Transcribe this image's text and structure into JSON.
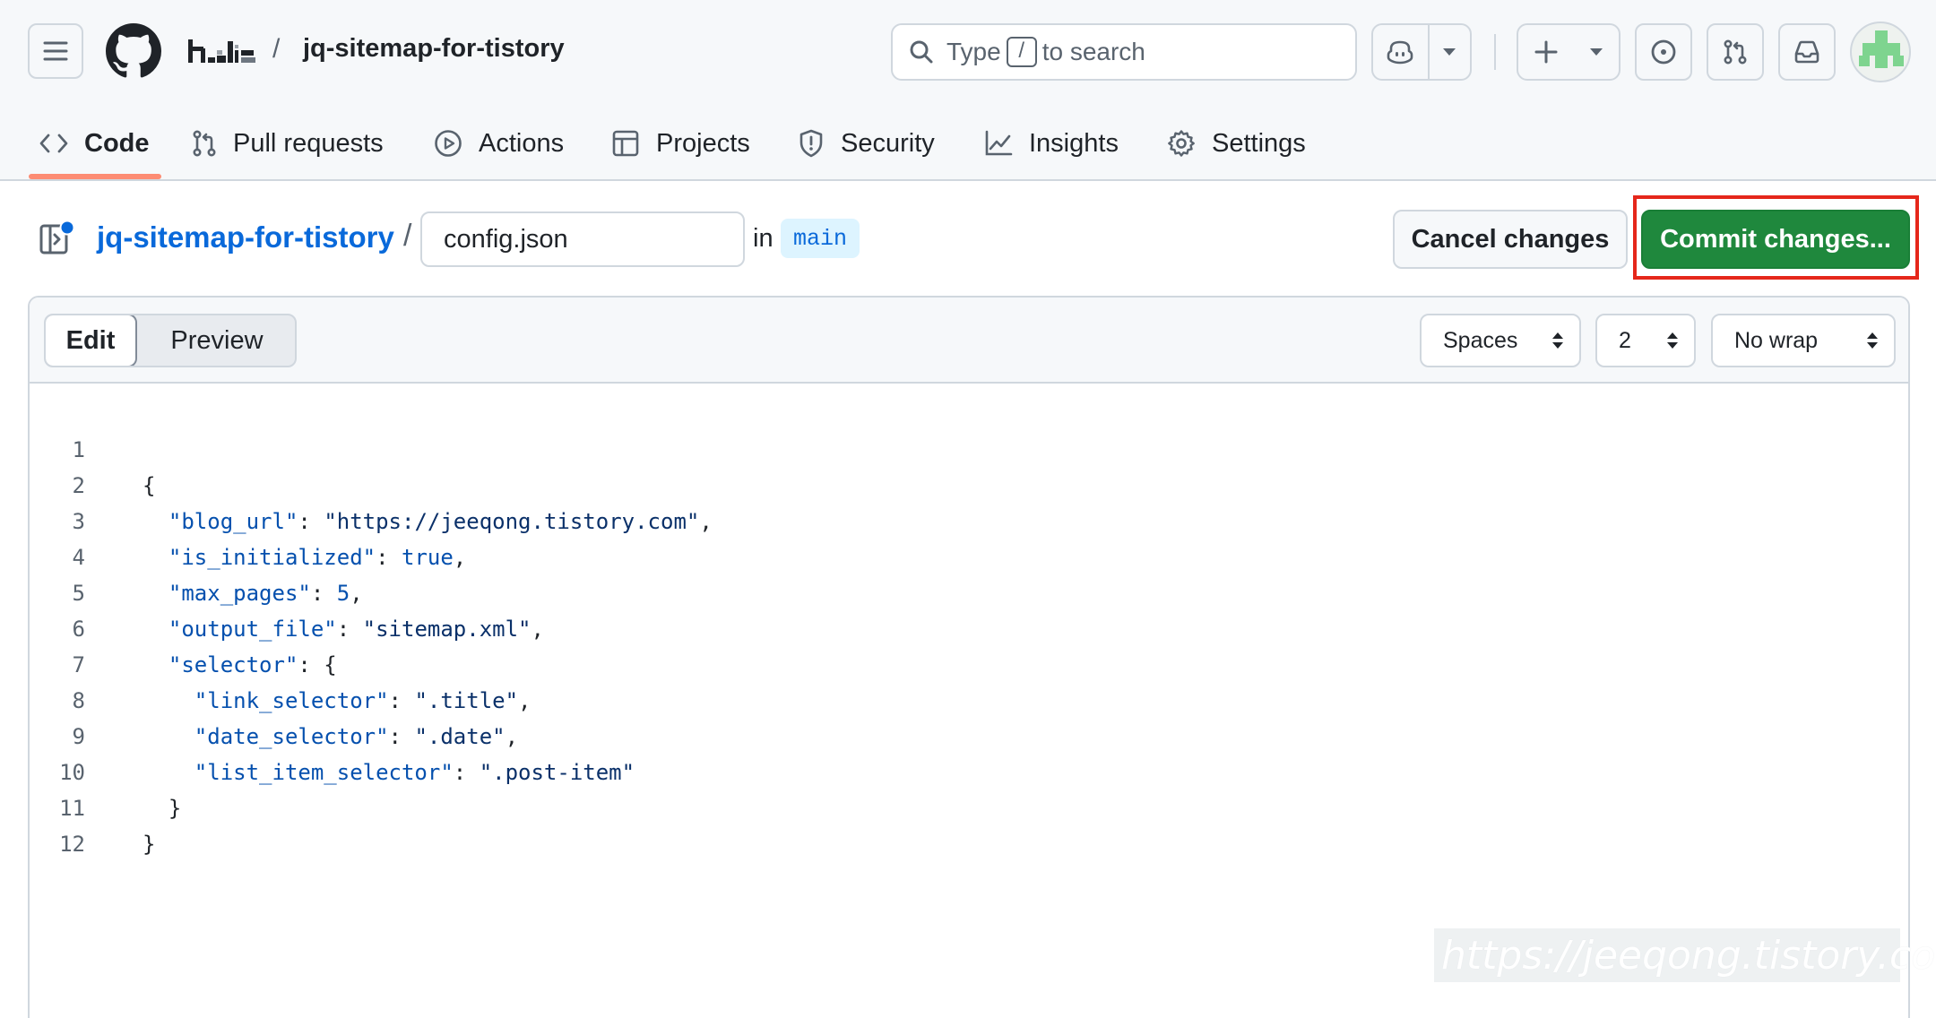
{
  "header": {
    "owner": "h_a",
    "separator": "/",
    "repo": "jq-sitemap-for-tistory",
    "search": {
      "prefix": "Type",
      "kbd": "/",
      "suffix": "to search"
    }
  },
  "tabs": [
    {
      "label": "Code",
      "icon": "code-icon"
    },
    {
      "label": "Pull requests",
      "icon": "git-pull-request-icon"
    },
    {
      "label": "Actions",
      "icon": "play-icon"
    },
    {
      "label": "Projects",
      "icon": "table-icon"
    },
    {
      "label": "Security",
      "icon": "shield-icon"
    },
    {
      "label": "Insights",
      "icon": "graph-icon"
    },
    {
      "label": "Settings",
      "icon": "gear-icon"
    }
  ],
  "editbar": {
    "repo_link": "jq-sitemap-for-tistory",
    "separator": "/",
    "filename": "config.json",
    "in_label": "in",
    "branch": "main",
    "cancel_label": "Cancel changes",
    "commit_label": "Commit changes..."
  },
  "editor": {
    "edit_tab": "Edit",
    "preview_tab": "Preview",
    "indent_mode": "Spaces",
    "indent_size": "2",
    "wrap_mode": "No wrap",
    "lines": [
      "1",
      "2",
      "3",
      "4",
      "5",
      "6",
      "7",
      "8",
      "9",
      "10",
      "11",
      "12"
    ],
    "code": {
      "l1": "{",
      "l2_key": "\"blog_url\"",
      "l2_val": "\"https://jeeqong.tistory.com\"",
      "l3_key": "\"is_initialized\"",
      "l3_val": "true",
      "l4_key": "\"max_pages\"",
      "l4_val": "5",
      "l5_key": "\"output_file\"",
      "l5_val": "\"sitemap.xml\"",
      "l6_key": "\"selector\"",
      "l7_key": "\"link_selector\"",
      "l7_val": "\".title\"",
      "l8_key": "\"date_selector\"",
      "l8_val": "\".date\"",
      "l9_key": "\"list_item_selector\"",
      "l9_val": "\".post-item\"",
      "l10": "}",
      "l11": "}"
    }
  },
  "watermark": "https://jeeqong.tistory.com",
  "colors": {
    "accent_link": "#0969da",
    "commit_green": "#1f883d",
    "highlight_red": "#e5271b",
    "tab_underline": "#fd8c73"
  }
}
